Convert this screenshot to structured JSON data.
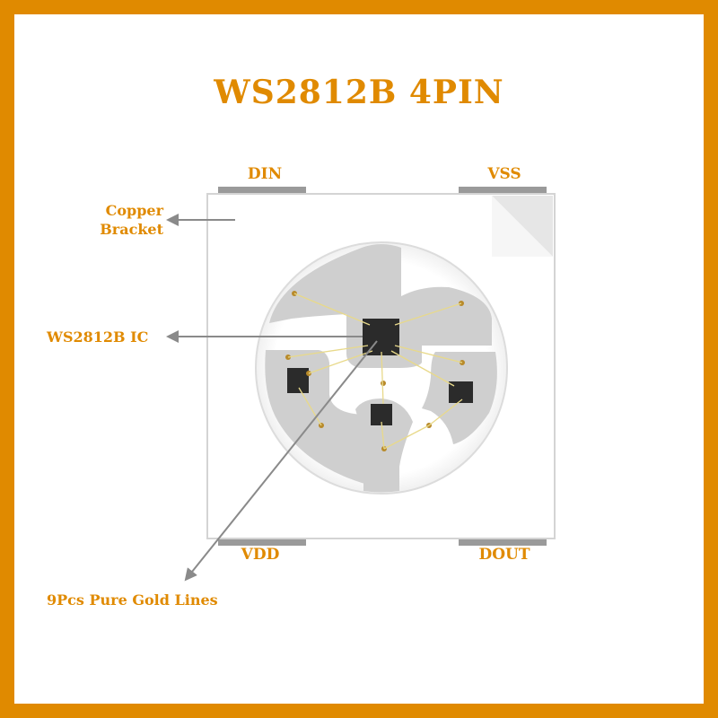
{
  "title": "WS2812B 4PIN",
  "pins": {
    "din": "DIN",
    "vss": "VSS",
    "vdd": "VDD",
    "dout": "DOUT"
  },
  "callouts": {
    "copper_line1": "Copper",
    "copper_line2": "Bracket",
    "ic": "WS2812B IC",
    "gold_lines": "9Pcs Pure Gold Lines"
  },
  "colors": {
    "accent": "#e08a00",
    "arrow": "#8a8a8a"
  }
}
